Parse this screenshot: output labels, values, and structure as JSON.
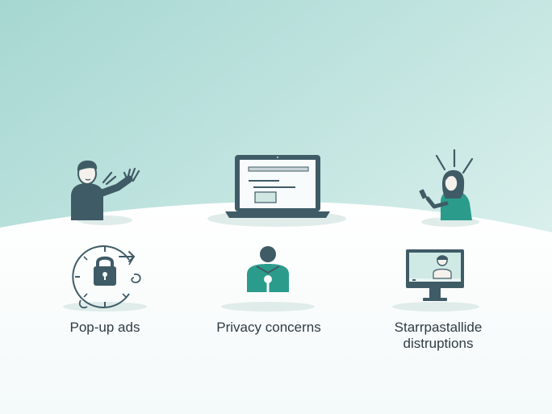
{
  "scene": {
    "colors": {
      "sky_top": "#a9d8d3",
      "sky_bottom": "#dcefee",
      "ground": "#f7fbfb",
      "ink": "#3f5b66",
      "teal": "#2b9c8c",
      "skin": "#f4f0ec",
      "shadow": "#dfecea"
    }
  },
  "items": [
    {
      "label": "Pop-up ads",
      "icon": "lock-clock-icon"
    },
    {
      "label": "Privacy concerns",
      "icon": "person-keyhole-icon"
    },
    {
      "label_lines": [
        "Starrpastallide",
        "distruptions"
      ],
      "icon": "video-monitor-icon"
    }
  ],
  "illustrations": [
    "waving-person-icon",
    "laptop-icon",
    "phone-person-icon"
  ]
}
